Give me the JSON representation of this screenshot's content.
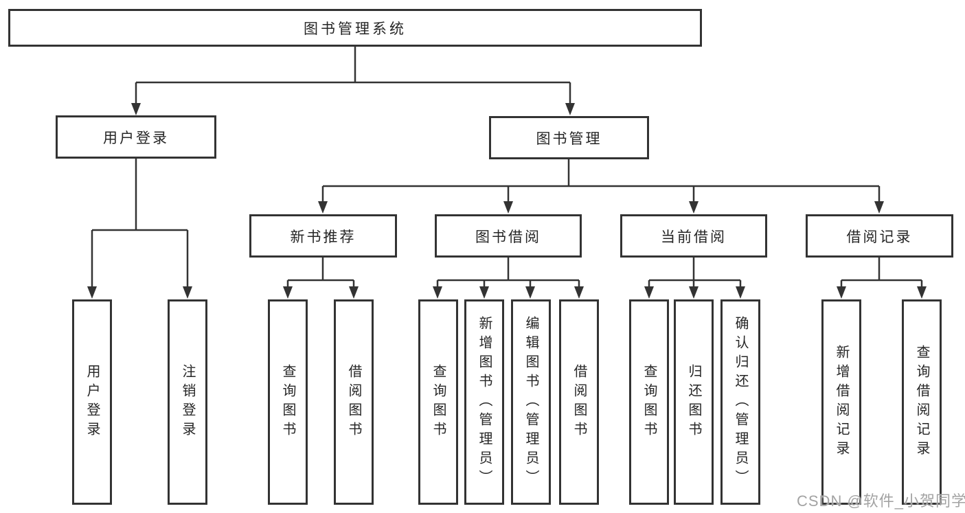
{
  "diagram": {
    "root": {
      "label": "图书管理系统"
    },
    "level2": [
      {
        "label": "用户登录"
      },
      {
        "label": "图书管理"
      }
    ],
    "level3": [
      {
        "label": "新书推荐"
      },
      {
        "label": "图书借阅"
      },
      {
        "label": "当前借阅"
      },
      {
        "label": "借阅记录"
      }
    ],
    "leaves": {
      "user_login": [
        "用户登录",
        "注销登录"
      ],
      "new_book_recommend": [
        "查询图书",
        "借阅图书"
      ],
      "book_borrowing": [
        "查询图书",
        "新增图书（管理员）",
        "编辑图书（管理员）",
        "借阅图书"
      ],
      "current_borrowing": [
        "查询图书",
        "归还图书",
        "确认归还（管理员）"
      ],
      "borrowing_records": [
        "新增借阅记录",
        "查询借阅记录"
      ]
    }
  },
  "watermark": "CSDN @软件_小贺同学",
  "colors": {
    "line": "#333333",
    "box_border": "#333333",
    "text": "#262626",
    "watermark": "#a3a3a3",
    "background": "#ffffff"
  }
}
